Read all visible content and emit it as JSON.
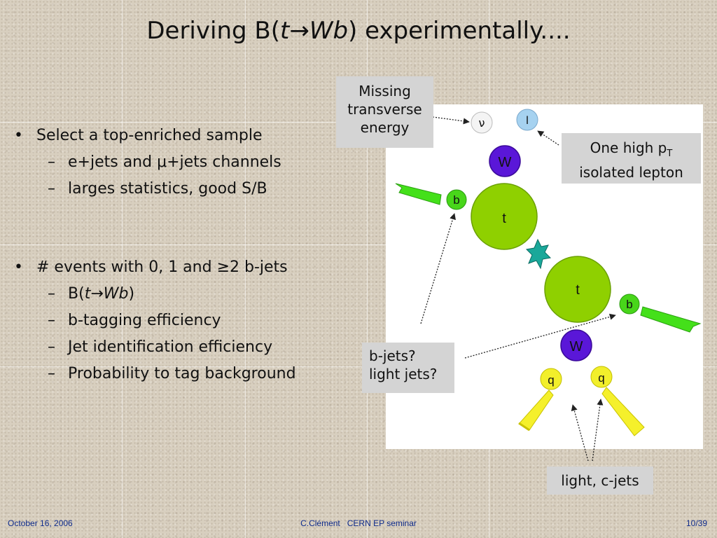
{
  "title": {
    "prefix": "Deriving B(",
    "t": "t",
    "arrow": "→",
    "wb": "Wb",
    "suffix": ") experimentally...."
  },
  "section1": {
    "bullet": "Select a top-enriched sample",
    "items": [
      "e+jets and μ+jets channels",
      "larges statistics, good S/B"
    ]
  },
  "section2": {
    "bullet": "# events with 0, 1 and ≥2 b-jets",
    "item1": {
      "prefix": "B(",
      "t": "t",
      "arrow": "→",
      "wb": "Wb",
      "suffix": ")"
    },
    "items": [
      "b-tagging efficiency",
      "Jet identification efficiency",
      "Probability to tag background"
    ]
  },
  "callouts": {
    "missing_et": [
      "Missing",
      "transverse",
      "energy"
    ],
    "lepton": {
      "line1": "One high p",
      "sub": "T",
      "line2": "isolated lepton"
    },
    "bjets": [
      "b-jets?",
      "light jets?"
    ],
    "light": "light, c-jets"
  },
  "diagram_labels": {
    "nu": "ν",
    "lepton": "l",
    "w_top": "W",
    "w_bottom": "W",
    "t_top": "t",
    "t_bottom": "t",
    "b_top": "b",
    "b_bottom": "b",
    "q_left": "q",
    "q_right": "q"
  },
  "footer": {
    "date": "October 16, 2006",
    "center": "C.Clément   CERN EP seminar",
    "page": "10/39"
  },
  "colors": {
    "top_quark": "#8fd000",
    "w_boson": "#5a17d8",
    "b_jet": "#48d61a",
    "q_jet": "#f2ef2b",
    "lepton": "#a6d2f0"
  }
}
